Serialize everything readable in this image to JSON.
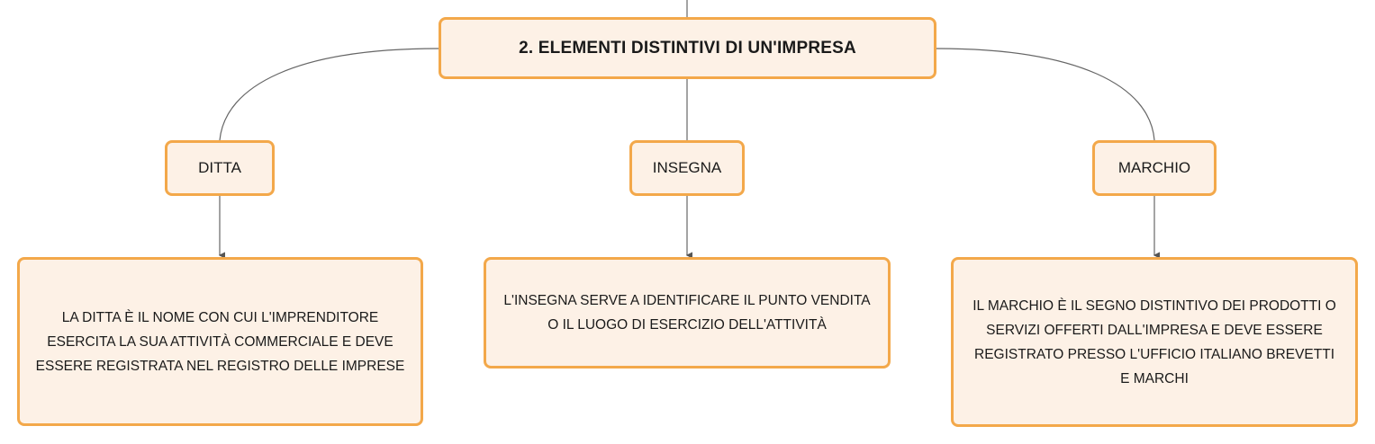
{
  "diagram": {
    "root": {
      "label": "2. ELEMENTI DISTINTIVI DI UN'IMPRESA"
    },
    "categories": [
      {
        "label": "DITTA",
        "description": "LA DITTA È IL NOME CON CUI L'IMPRENDITORE ESERCITA LA SUA ATTIVITÀ COMMERCIALE E DEVE ESSERE REGISTRATA NEL REGISTRO DELLE IMPRESE"
      },
      {
        "label": "INSEGNA",
        "description": "L'INSEGNA SERVE A IDENTIFICARE IL PUNTO VENDITA O IL LUOGO DI ESERCIZIO DELL'ATTIVITÀ"
      },
      {
        "label": "MARCHIO",
        "description": "IL MARCHIO È IL SEGNO DISTINTIVO DEI PRODOTTI O SERVIZI OFFERTI DALL'IMPRESA E DEVE ESSERE REGISTRATO PRESSO L'UFFICIO ITALIANO BREVETTI E MARCHI"
      }
    ],
    "colors": {
      "node_fill": "#fdf1e6",
      "node_border": "#f3a84a",
      "connector": "#666666"
    }
  }
}
